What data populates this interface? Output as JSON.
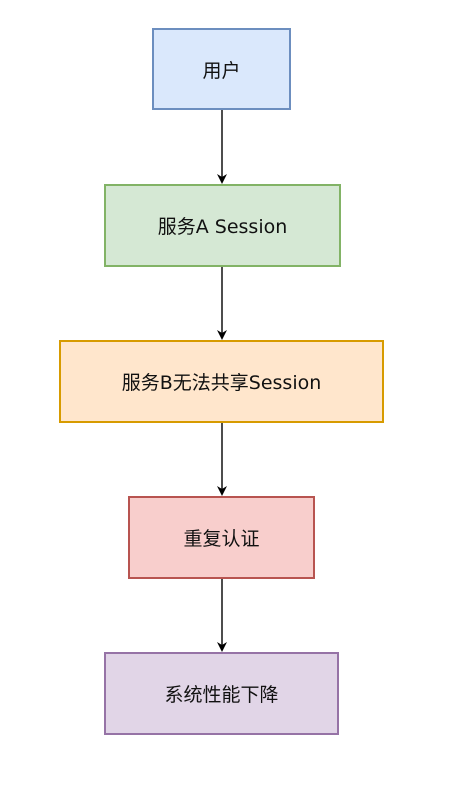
{
  "diagram": {
    "nodes": [
      {
        "id": "n1",
        "label": "用户",
        "fill": "#dae8fc",
        "stroke": "#6c8ebf"
      },
      {
        "id": "n2",
        "label": "服务A Session",
        "fill": "#d5e8d4",
        "stroke": "#82b366"
      },
      {
        "id": "n3",
        "label": "服务B无法共享Session",
        "fill": "#ffe6cc",
        "stroke": "#d79b00"
      },
      {
        "id": "n4",
        "label": "重复认证",
        "fill": "#f8cecc",
        "stroke": "#b85450"
      },
      {
        "id": "n5",
        "label": "系统性能下降",
        "fill": "#e1d5e7",
        "stroke": "#9673a6"
      }
    ],
    "edges": [
      {
        "from": "n1",
        "to": "n2"
      },
      {
        "from": "n2",
        "to": "n3"
      },
      {
        "from": "n3",
        "to": "n4"
      },
      {
        "from": "n4",
        "to": "n5"
      }
    ],
    "edge_color": "#000000"
  }
}
